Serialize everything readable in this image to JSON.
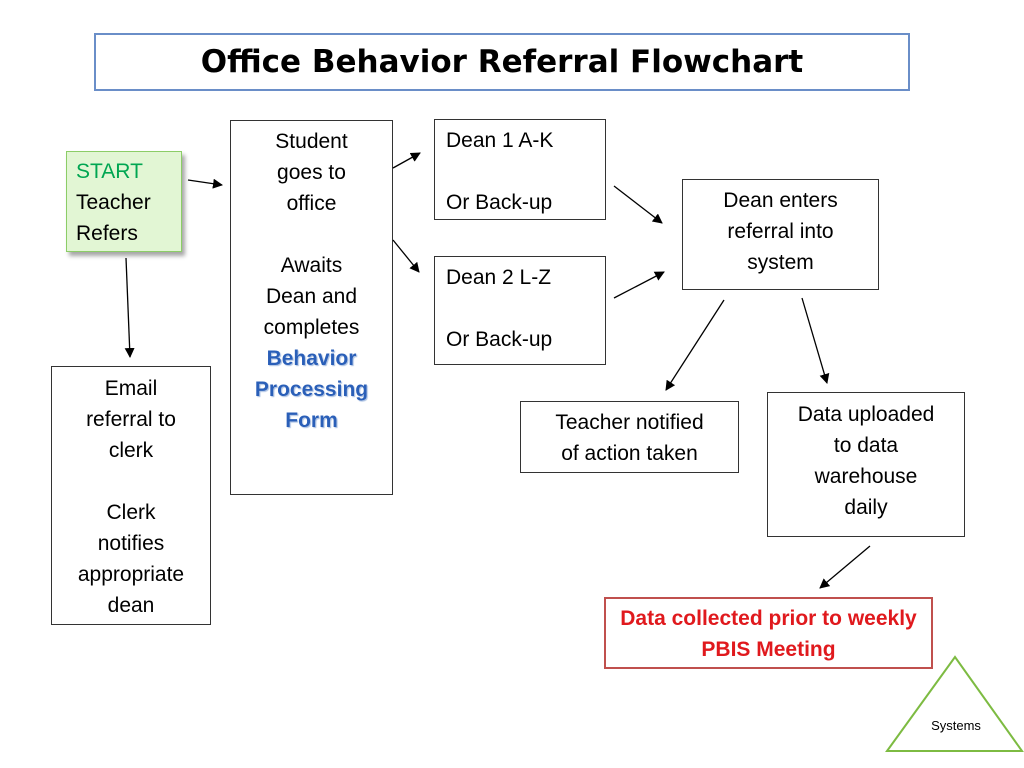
{
  "title": "Office Behavior Referral Flowchart",
  "start_box": {
    "start_label": "START",
    "line2": "Teacher",
    "line3": "Refers"
  },
  "office_box": {
    "lines1": [
      "Student",
      "goes to",
      "office"
    ],
    "lines2": [
      "Awaits",
      "Dean and",
      "completes"
    ],
    "form_lines": [
      "Behavior",
      "Processing",
      "Form"
    ]
  },
  "dean1_box": {
    "line1": "Dean 1 A-K",
    "line2": "Or Back-up"
  },
  "dean2_box": {
    "line1": "Dean 2 L-Z",
    "line2": "Or Back-up"
  },
  "enters_box": {
    "lines": [
      "Dean enters",
      "referral into",
      "system"
    ]
  },
  "email_box": {
    "lines1": [
      "Email",
      "referral to",
      "clerk"
    ],
    "lines2": [
      "Clerk",
      "notifies",
      "appropriate",
      "dean"
    ]
  },
  "notified_box": {
    "lines": [
      "Teacher notified",
      "of action taken"
    ]
  },
  "uploaded_box": {
    "lines": [
      "Data uploaded",
      "to data",
      "warehouse",
      "daily"
    ]
  },
  "collected_box": {
    "lines": [
      "Data collected prior to",
      "weekly PBIS Meeting"
    ]
  },
  "systems_label": "Systems",
  "colors": {
    "title_border": "#6a8ec8",
    "start_fill": "#e2f6d4",
    "start_border": "#8ccd67",
    "start_text": "#00a651",
    "form_text": "#2a5fb8",
    "collected_border": "#c0504d",
    "collected_text": "#e0191d",
    "triangle_border": "#7dbb42"
  }
}
